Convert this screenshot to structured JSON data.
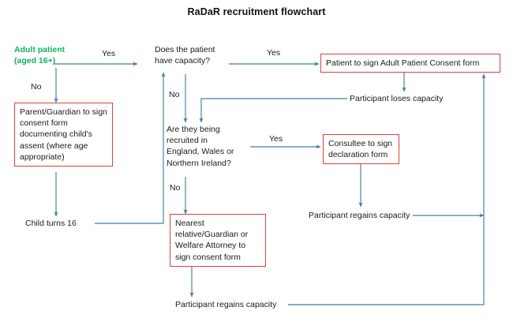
{
  "title": "RaDaR recruitment flowchart",
  "colors": {
    "line": "#3E7FA6",
    "box_border": "#E0403A",
    "start_text": "#12B35A",
    "text": "#1a1a1a",
    "background": "#ffffff"
  },
  "nodes": {
    "adult_patient": "Adult patient\n(aged 16+)",
    "does_patient_have_capacity": "Does the patient\nhave capacity?",
    "patient_consent_form": "Patient to sign Adult Patient Consent form",
    "parent_guardian_consent": "Parent/Guardian to sign\nconsent form\ndocumenting child's\nassent (where age\nappropriate)",
    "participant_loses_capacity": "Participant loses capacity",
    "recruited_where": "Are they being\nrecruited in\nEngland, Wales or\nNorthern Ireland?",
    "consultee_declaration": "Consultee to sign\ndeclaration form",
    "child_turns_16": "Child turns 16",
    "nearest_relative_consent": "Nearest\nrelative/Guardian or\nWelfare Attorney to\nsign consent form",
    "participant_regains_capacity_mid": "Participant regains capacity",
    "participant_regains_capacity_bottom": "Participant regains capacity"
  },
  "edge_labels": {
    "adult_yes": "Yes",
    "adult_no": "No",
    "capacity_yes": "Yes",
    "capacity_no": "No",
    "recruited_yes": "Yes",
    "recruited_no": "No"
  }
}
